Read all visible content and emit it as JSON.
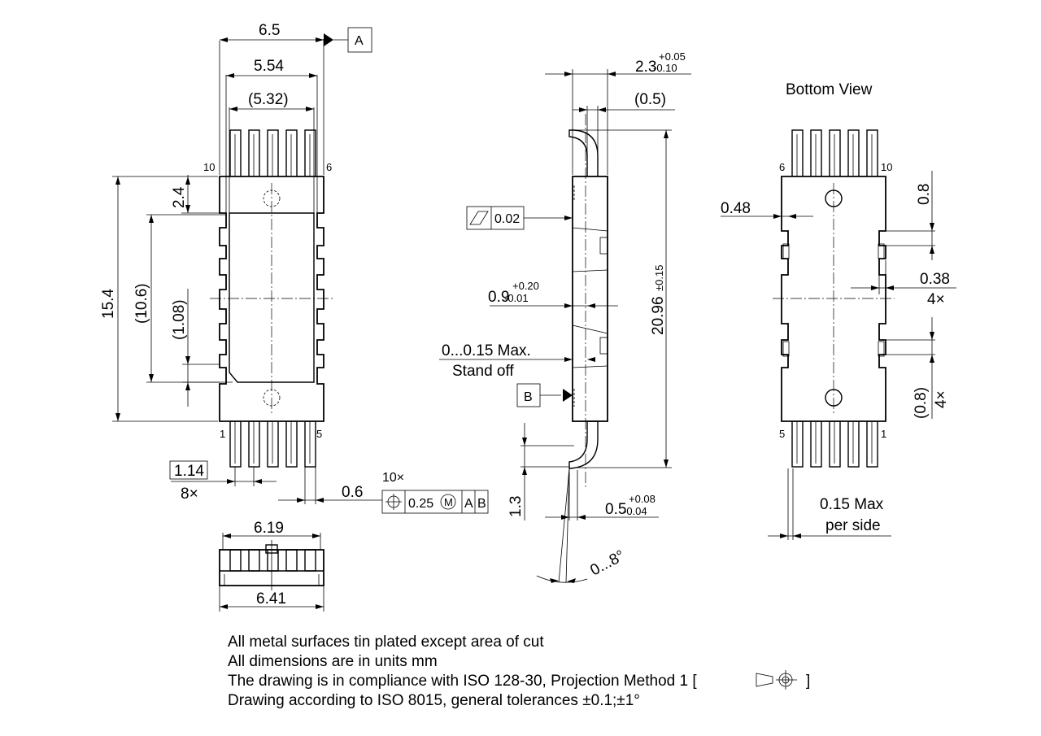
{
  "views": {
    "bottom_view_title": "Bottom View"
  },
  "dimensions": {
    "width_6_5": "6.5",
    "width_5_54": "5.54",
    "width_5_32": "(5.32)",
    "height_15_4": "15.4",
    "height_10_6": "(10.6)",
    "dim_1_08": "(1.08)",
    "dim_2_4": "2.4",
    "pitch_1_14": "1.14",
    "pitch_count": "8×",
    "lead_0_6": "0.6",
    "pos_count": "10×",
    "pos_tol": "0.25",
    "pos_modifier": "M",
    "datum_a": "A",
    "datum_b": "B",
    "width_6_19": "6.19",
    "width_6_41": "6.41",
    "thick_base": "2.3",
    "thick_plus": "+0.05",
    "thick_minus": "-0.10",
    "dim_0_5_ref": "(0.5)",
    "flatness": "0.02",
    "length_base": "20.96",
    "length_tol": "±0.15",
    "standoff_base": "0.9",
    "standoff_plus": "+0.20",
    "standoff_minus": "-0.01",
    "standoff_max": "0...0.15 Max.",
    "standoff_label": "Stand off",
    "dim_1_3": "1.3",
    "lead_t_base": "0.5",
    "lead_t_plus": "+0.08",
    "lead_t_minus": "-0.04",
    "angle": "0...8°",
    "bv_0_48": "0.48",
    "bv_0_8": "0.8",
    "bv_0_38": "0.38",
    "bv_4x_a": "4×",
    "bv_0_8_ref": "(0.8)",
    "bv_4x_b": "4×",
    "bv_015_line1": "0.15 Max",
    "bv_015_line2": "per side"
  },
  "pins": {
    "top_left": "10",
    "top_right": "6",
    "bottom_left": "1",
    "bottom_right": "5",
    "bv_top_left": "6",
    "bv_top_right": "10",
    "bv_bottom_left": "5",
    "bv_bottom_right": "1"
  },
  "notes": [
    "All metal surfaces tin plated except area of cut",
    "All dimensions are in units mm",
    "The drawing is in compliance with ISO 128-30, Projection Method 1 [",
    "Drawing according to ISO 8015, general tolerances ±0.1;±1°"
  ],
  "notes_bracket_close": "]"
}
